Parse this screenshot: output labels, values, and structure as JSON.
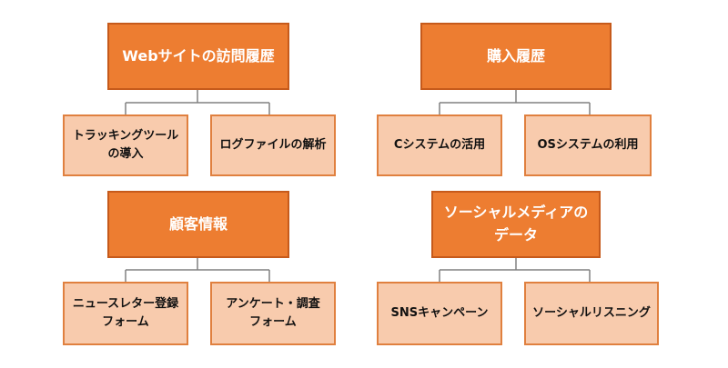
{
  "colors": {
    "parent_fill": "#ED7D31",
    "parent_border": "#C65A1B",
    "child_fill": "#F8CBAD",
    "child_border": "#E0803F",
    "connector": "#808080"
  },
  "groups": [
    {
      "parent": "Webサイトの訪問履歴",
      "children": [
        "トラッキングツール\nの導入",
        "ログファイルの解析"
      ]
    },
    {
      "parent": "購入履歴",
      "children": [
        "Cシステムの活用",
        "OSシステムの利用"
      ]
    },
    {
      "parent": "顧客情報",
      "children": [
        "ニュースレター登録\nフォーム",
        "アンケート・調査\nフォーム"
      ]
    },
    {
      "parent": "ソーシャルメディアの\nデータ",
      "children": [
        "SNSキャンペーン",
        "ソーシャルリスニング"
      ]
    }
  ]
}
